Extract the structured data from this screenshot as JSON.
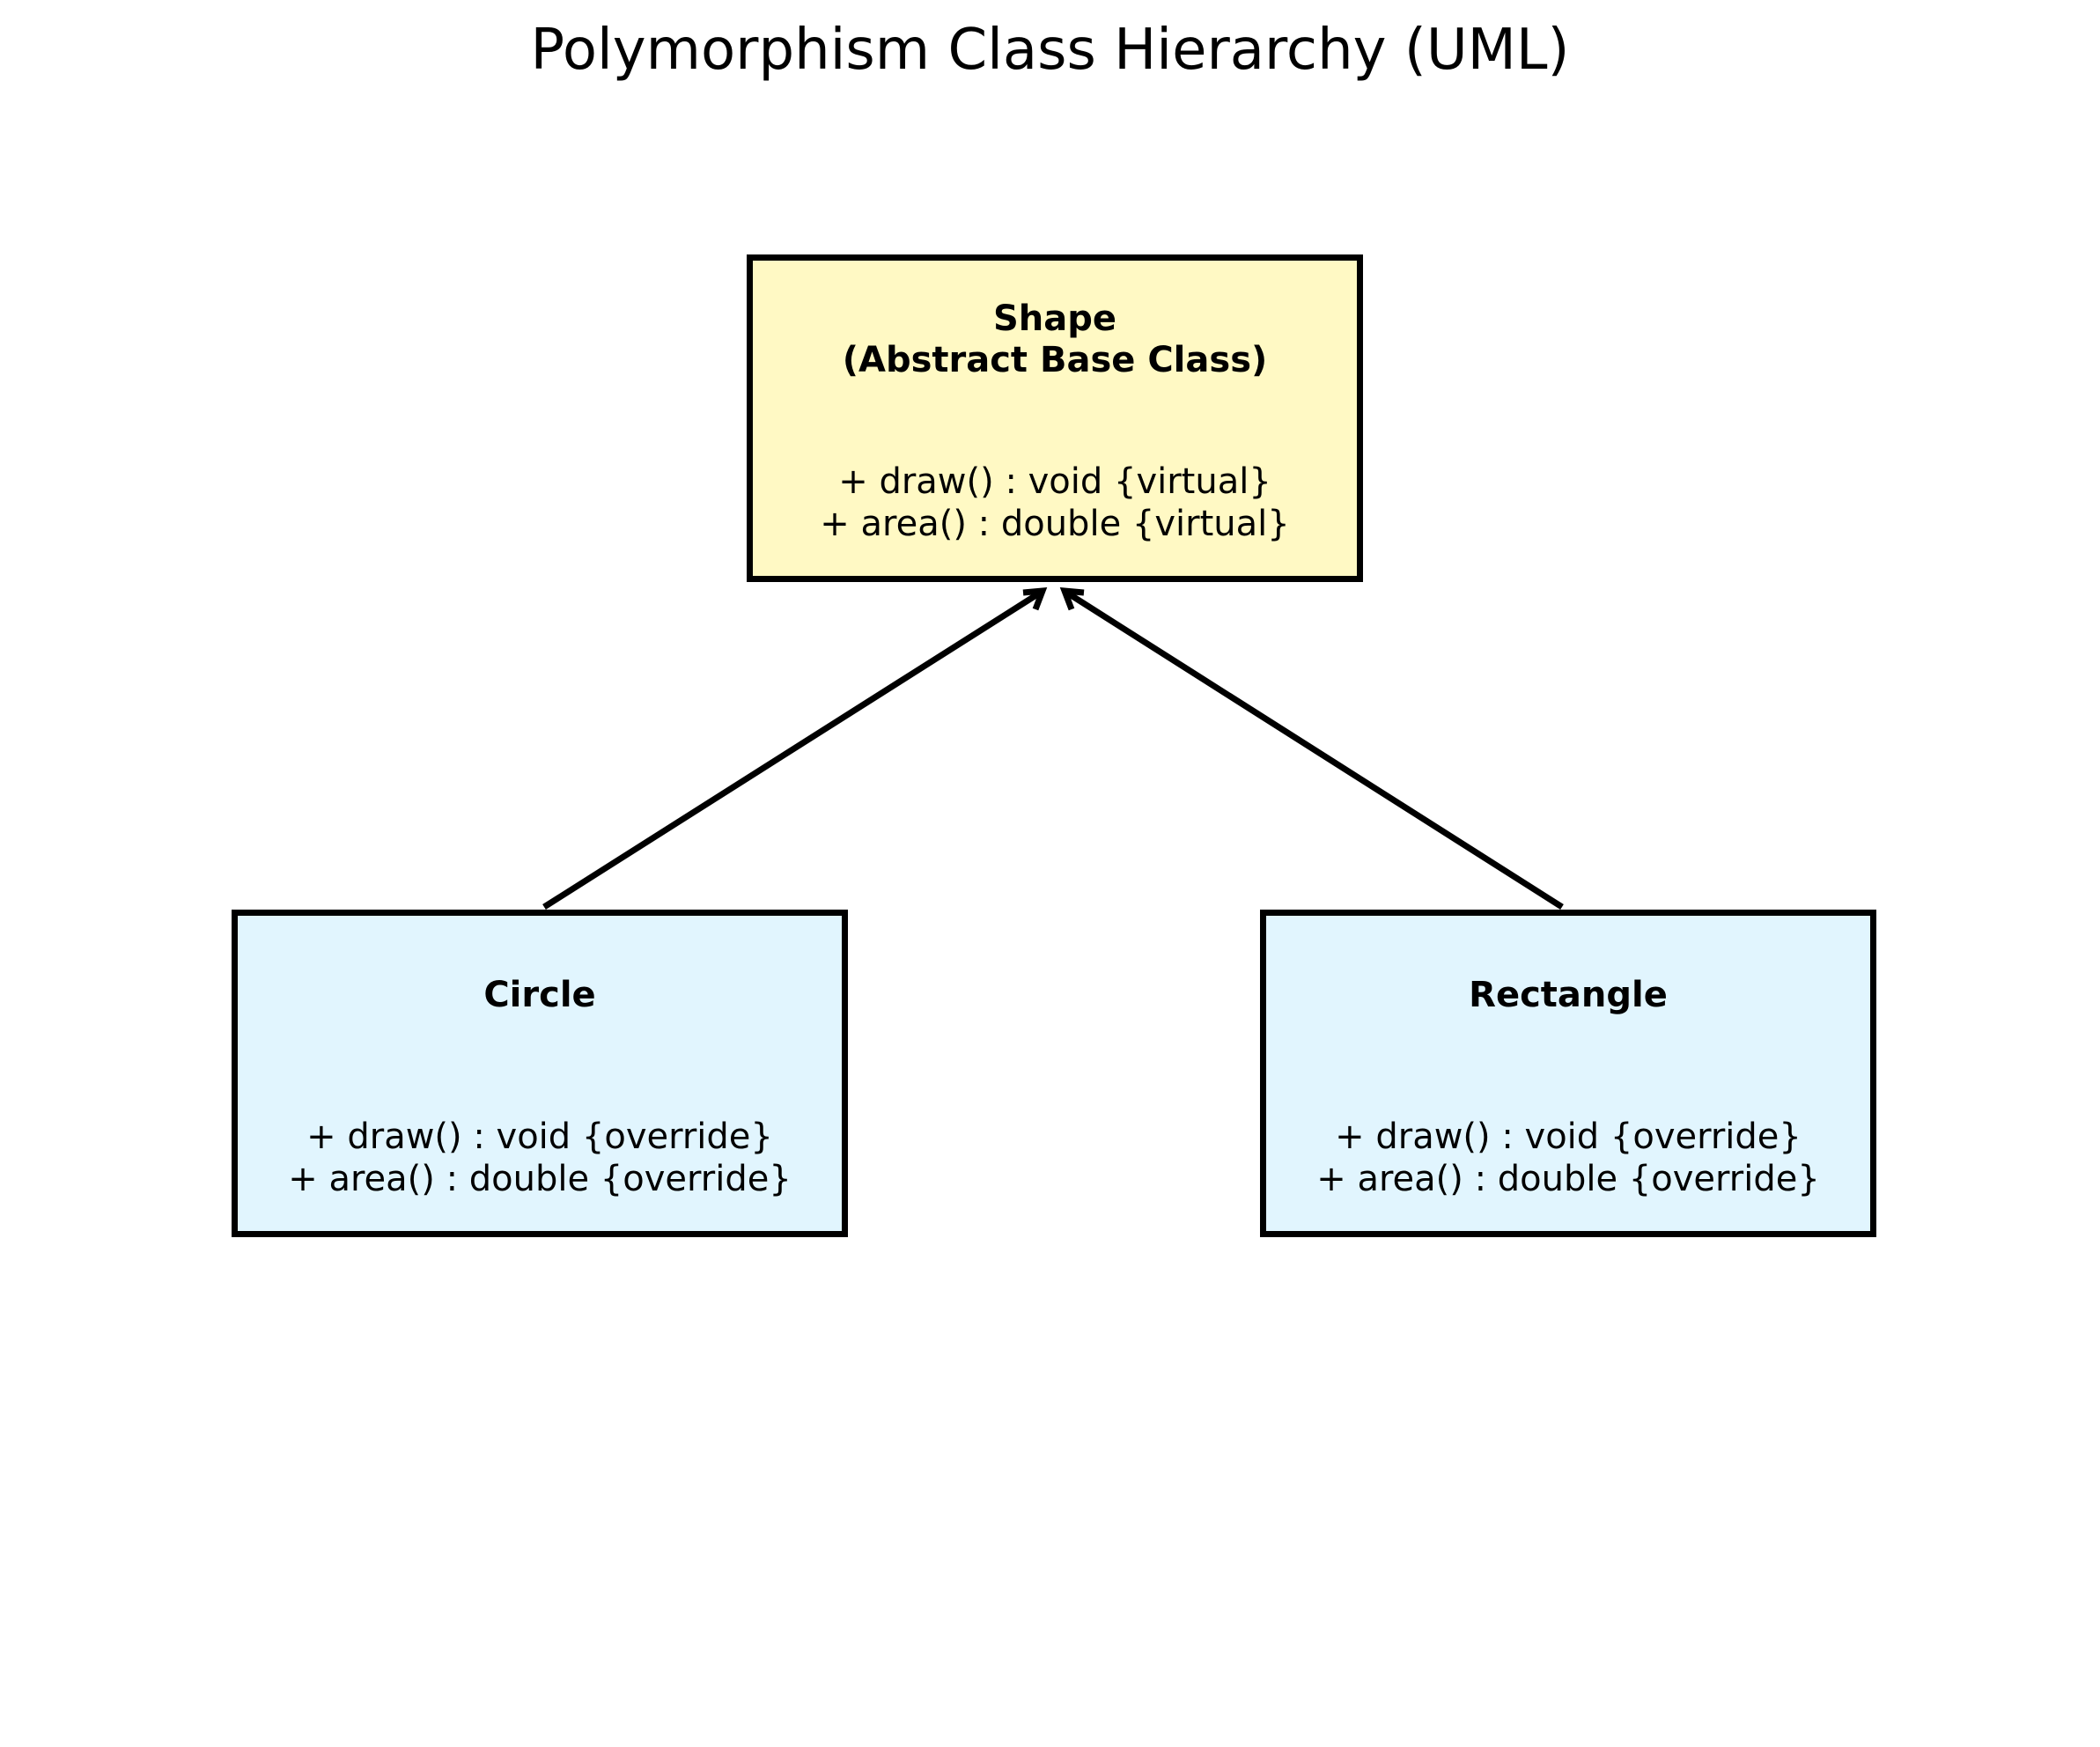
{
  "title": "Polymorphism Class Hierarchy (UML)",
  "colors": {
    "base_fill": "#fff9c4",
    "derived_fill": "#e1f5fe",
    "border": "#000000",
    "connector": "#000000"
  },
  "classes": {
    "shape": {
      "name": "Shape\n(Abstract Base Class)",
      "methods": [
        "+ draw() : void {virtual}",
        "+ area() : double {virtual}"
      ]
    },
    "circle": {
      "name": "Circle",
      "methods": [
        "+ draw() : void {override}",
        "+ area() : double {override}"
      ]
    },
    "rectangle": {
      "name": "Rectangle",
      "methods": [
        "+ draw() : void {override}",
        "+ area() : double {override}"
      ]
    }
  },
  "relations": [
    {
      "from": "circle",
      "to": "shape",
      "type": "inheritance"
    },
    {
      "from": "rectangle",
      "to": "shape",
      "type": "inheritance"
    }
  ]
}
